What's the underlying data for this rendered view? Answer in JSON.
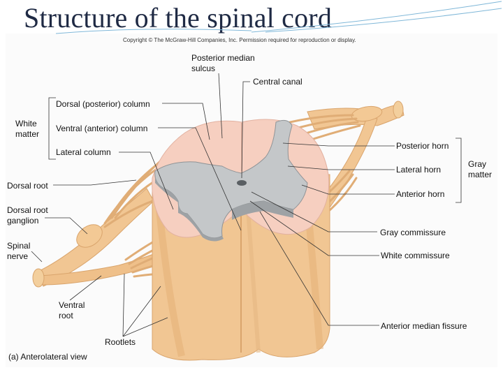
{
  "slide": {
    "title": "Structure of the spinal cord"
  },
  "figure": {
    "copyright": "Copyright © The McGraw-Hill Companies, Inc. Permission required for reproduction or display.",
    "caption": "(a) Anterolateral view",
    "labels": {
      "posterior_median_sulcus": "Posterior median sulcus",
      "central_canal": "Central canal",
      "dorsal_column": "Dorsal (posterior) column",
      "ventral_column": "Ventral (anterior) column",
      "lateral_column": "Lateral column",
      "white_matter": "White matter",
      "dorsal_root": "Dorsal root",
      "dorsal_root_ganglion": "Dorsal root ganglion",
      "spinal_nerve": "Spinal nerve",
      "ventral_root": "Ventral root",
      "rootlets": "Rootlets",
      "posterior_horn": "Posterior horn",
      "lateral_horn": "Lateral horn",
      "anterior_horn": "Anterior horn",
      "gray_matter": "Gray matter",
      "gray_commissure": "Gray commissure",
      "white_commissure": "White commissure",
      "anterior_median_fissure": "Anterior median fissure"
    },
    "colors": {
      "tissue": "#f1c693",
      "tissue_dark": "#d9a46c",
      "cross_section": "#f6cfc0",
      "gray_matter": "#c4c7c9",
      "gray_matter_edge": "#8f9396",
      "title": "#1f2a44"
    }
  }
}
